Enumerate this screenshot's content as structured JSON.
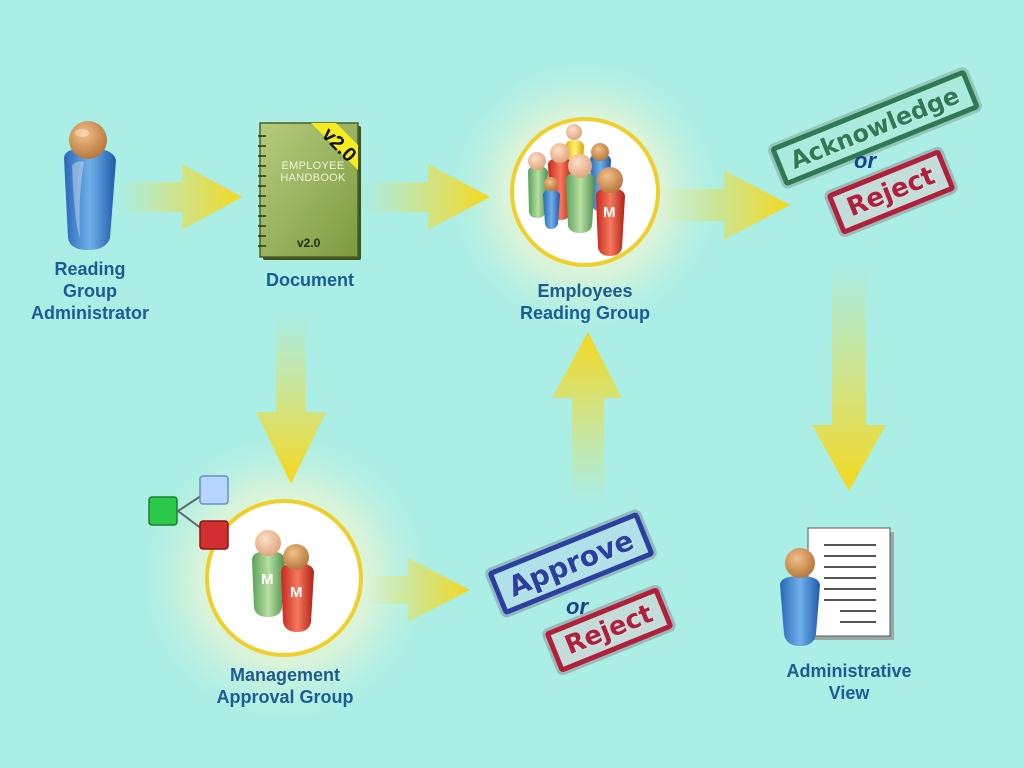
{
  "nodes": {
    "admin": {
      "lines": [
        "Reading",
        "Group",
        "Administrator"
      ]
    },
    "document": {
      "label": "Document"
    },
    "employees": {
      "lines": [
        "Employees",
        "Reading Group"
      ]
    },
    "management": {
      "lines": [
        "Management",
        "Approval Group"
      ]
    },
    "admin_view": {
      "lines": [
        "Administrative",
        "View"
      ]
    }
  },
  "handbook": {
    "title_lines": [
      "EMPLOYEE",
      "HANDBOOK"
    ],
    "version": "v2.0",
    "ribbon": "v2.0"
  },
  "badges": {
    "manager": "M"
  },
  "stamps": {
    "acknowledge": "Acknowledge",
    "reject_top": "Reject",
    "approve": "Approve",
    "reject_bottom": "Reject"
  },
  "connectors": {
    "or_top": "or",
    "or_bottom": "or"
  },
  "colors": {
    "background": "#aaeee5",
    "arrow": "#f5dc3a",
    "label": "#1a5c94",
    "stamp_green": "#2f7a52",
    "stamp_red": "#b0203a",
    "stamp_blue": "#2b3f9e"
  }
}
